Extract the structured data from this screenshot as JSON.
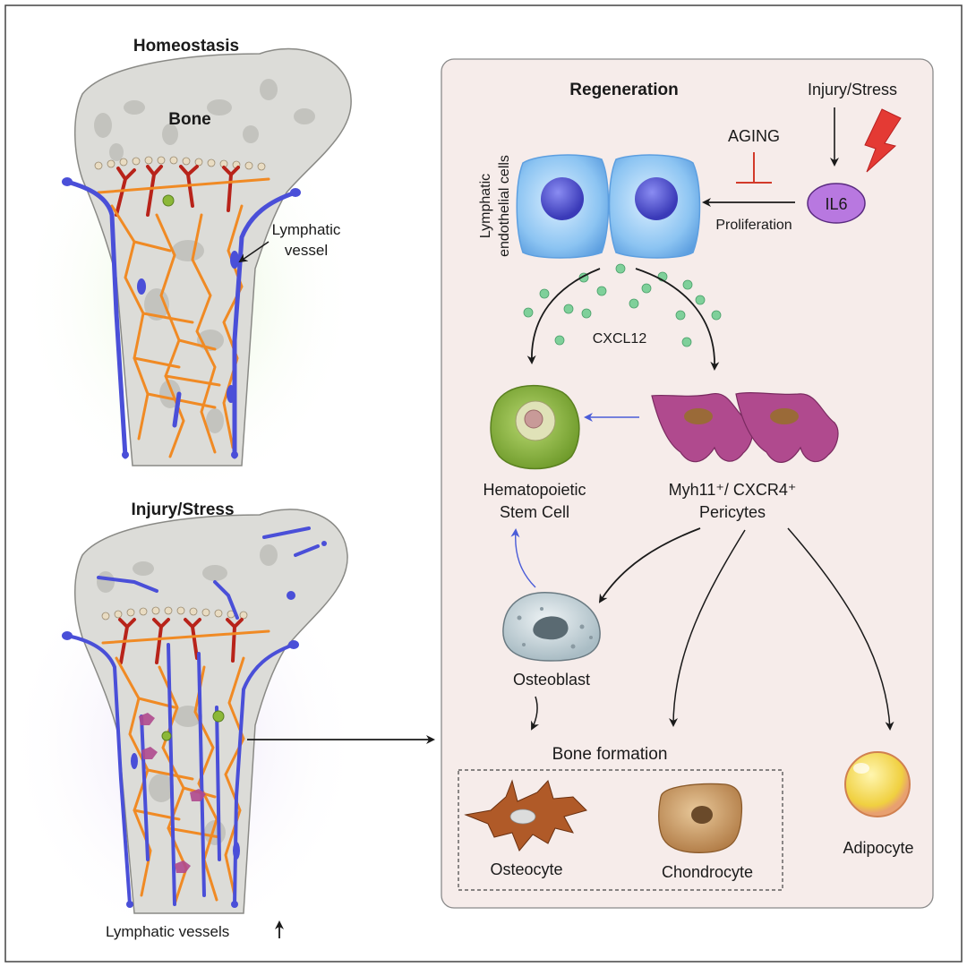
{
  "left_panel": {
    "homeostasis_title": "Homeostasis",
    "bone_label": "Bone",
    "lymphatic_vessel_label_line1": "Lymphatic",
    "lymphatic_vessel_label_line2": "vessel",
    "injury_title": "Injury/Stress",
    "lymphatic_vessels_increase_label": "Lymphatic vessels"
  },
  "right_panel": {
    "regeneration_title": "Regeneration",
    "injury_stress_label": "Injury/Stress",
    "aging_label": "AGING",
    "il6_label": "IL6",
    "proliferation_label": "Proliferation",
    "lec_label_line1": "Lymphatic",
    "lec_label_line2": "endothelial cells",
    "cxcl12_label": "CXCL12",
    "hsc_label_line1": "Hematopoietic",
    "hsc_label_line2": "Stem Cell",
    "pericytes_label_line1": "Myh11⁺/ CXCR4⁺",
    "pericytes_label_line2": "Pericytes",
    "osteoblast_label": "Osteoblast",
    "bone_formation_label": "Bone formation",
    "osteocyte_label": "Osteocyte",
    "chondrocyte_label": "Chondrocyte",
    "adipocyte_label": "Adipocyte"
  },
  "colors": {
    "bone_fill": "#dcdcd8",
    "lymphatic_blue": "#4a4fd8",
    "arteriole_red": "#b8231a",
    "capillary_orange": "#f08a24",
    "panel_fill": "#f6ecea",
    "il6_purple": "#b878e0",
    "lec_blue": "#8cc4f2",
    "hsc_green": "#8cb838",
    "pericyte_pink": "#b04a8e",
    "inhibit_red": "#d23a2a"
  }
}
